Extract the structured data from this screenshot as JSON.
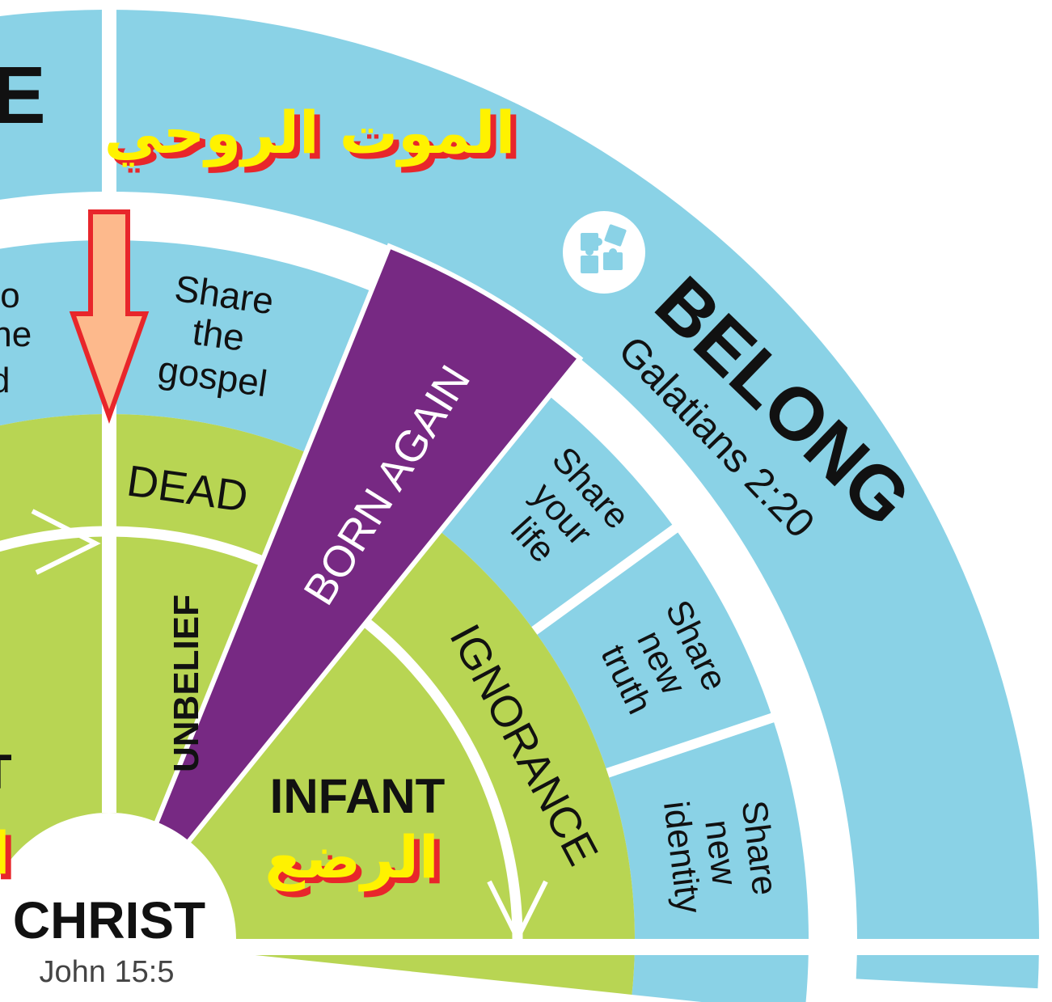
{
  "colors": {
    "light_blue": "#8ad2e6",
    "green": "#b8d553",
    "purple": "#772983",
    "white": "#ffffff",
    "black": "#111111",
    "arabic_yellow": "#fff200",
    "arabic_shadow": "#e8262b",
    "arrow_fill": "#fdb98c",
    "arrow_stroke": "#e8262b"
  },
  "outer_ring": {
    "left_partial_label": "E",
    "belong_title": "BELONG",
    "belong_ref": "Galatians 2:20",
    "puzzle_icon": "puzzle-icon"
  },
  "middle_ring": {
    "left_partial_lines": [
      "to",
      "the",
      "d"
    ],
    "sections": [
      {
        "lines": [
          "Share",
          "the",
          "gospel"
        ]
      },
      {
        "lines": [
          "Share",
          "your",
          "life"
        ]
      },
      {
        "lines": [
          "Share",
          "new",
          "truth"
        ]
      },
      {
        "lines": [
          "Share",
          "new",
          "identity"
        ]
      }
    ]
  },
  "inner_ring": {
    "dead": "DEAD",
    "unbelief": "UNBELIEF",
    "ignorance": "IGNORANCE",
    "born_again": "BORN AGAIN",
    "infant": "INFANT",
    "left_partial_label": "T"
  },
  "center": {
    "title": "CHRIST",
    "ref": "John 15:5"
  },
  "annotations": {
    "spiritual_death_ar": "الموت الروحي",
    "infants_ar": "الرضع",
    "left_partial_ar": "ا",
    "arrow": "down-arrow"
  }
}
